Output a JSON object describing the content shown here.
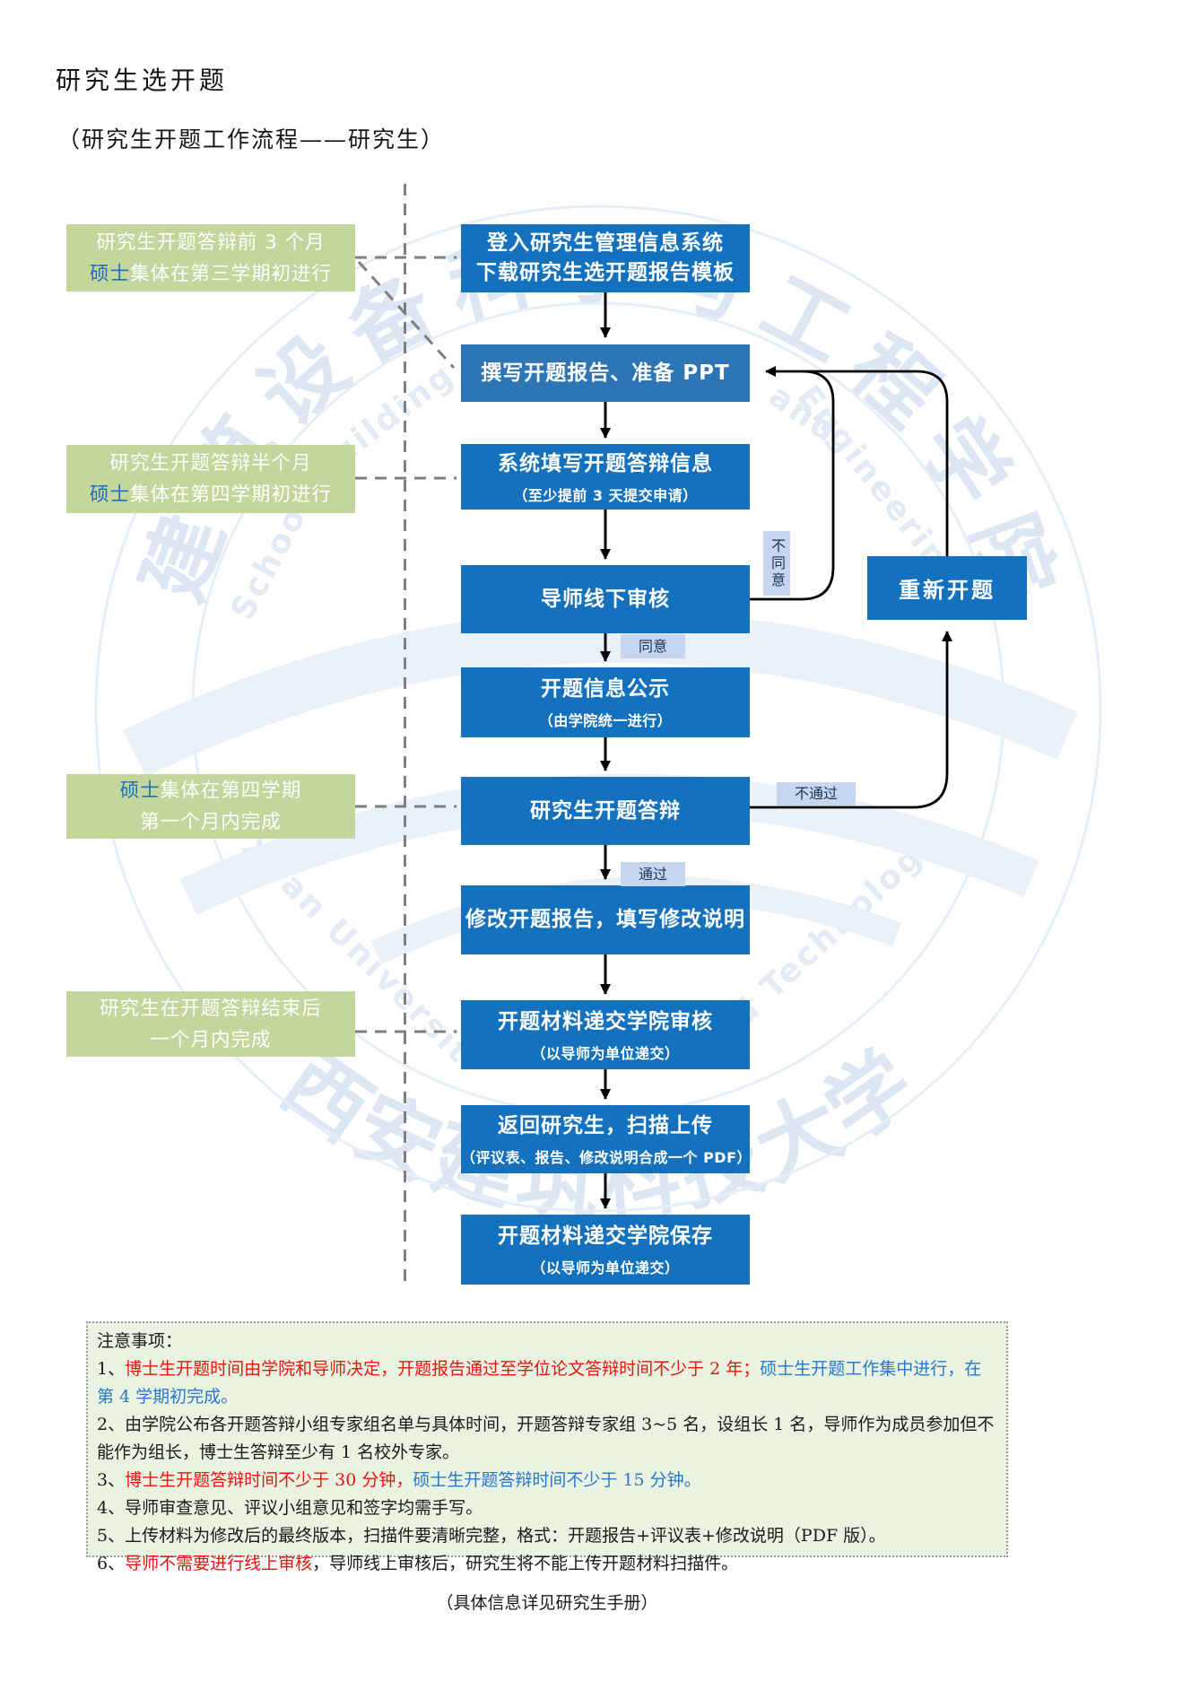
{
  "page": {
    "title": "研究生选开题",
    "subtitle": "（研究生开题工作流程——研究生）"
  },
  "colors": {
    "primary_blue": "#1471BD",
    "secondary_blue": "#2E75B6",
    "timeline_green": "#C3D69B",
    "chip_blue": "#C6D6EE",
    "note_red": "#E8140E",
    "note_blue": "#2878CC",
    "notes_bg": "#EAF2E1"
  },
  "flow": {
    "b1": {
      "title": "登入研究生管理信息系统",
      "title2": "下载研究生选开题报告模板"
    },
    "b2": {
      "title": "撰写开题报告、准备 PPT"
    },
    "b3": {
      "title": "系统填写开题答辩信息",
      "sub": "（至少提前 3 天提交申请）"
    },
    "b4": {
      "title": "导师线下审核"
    },
    "b5": {
      "title": "开题信息公示",
      "sub": "（由学院统一进行）"
    },
    "b6": {
      "title": "研究生开题答辩"
    },
    "b7": {
      "title": "修改开题报告，填写修改说明"
    },
    "b8": {
      "title": "开题材料递交学院审核",
      "sub": "（以导师为单位递交）"
    },
    "b9": {
      "title": "返回研究生，扫描上传",
      "sub": "（评议表、报告、修改说明合成一个 PDF）"
    },
    "b10": {
      "title": "开题材料递交学院保存",
      "sub": "（以导师为单位递交）"
    },
    "restart": {
      "title": "重新开题"
    }
  },
  "labels": {
    "agree": "同意",
    "disagree": "不同意",
    "pass": "通过",
    "fail": "不通过"
  },
  "green_boxes": [
    {
      "lines": [
        [
          {
            "t": "研究生开题答辩前 3 个月"
          }
        ],
        [
          {
            "t": "硕士",
            "c": "hl"
          },
          {
            "t": "集体在第三学期初进行"
          }
        ]
      ]
    },
    {
      "lines": [
        [
          {
            "t": "研究生开题答辩半个月"
          }
        ],
        [
          {
            "t": "硕士",
            "c": "hl"
          },
          {
            "t": "集体在第四学期初进行"
          }
        ]
      ]
    },
    {
      "lines": [
        [
          {
            "t": "硕士",
            "c": "hl"
          },
          {
            "t": "集体在第四学期"
          }
        ],
        [
          {
            "t": "第一个月内完成"
          }
        ]
      ]
    },
    {
      "lines": [
        [
          {
            "t": "研究生在开题答辩结束后"
          }
        ],
        [
          {
            "t": "一个月内完成"
          }
        ]
      ]
    }
  ],
  "notes": {
    "items": [
      [
        {
          "t": "注意事项："
        }
      ],
      [
        {
          "t": "1、"
        },
        {
          "t": "博士生开题时间由学院和导师决定，开题报告通过至学位论文答辩时间不少于 2 年；",
          "c": "red"
        },
        {
          "t": "硕士生开题工作集中进行，在第 4 学期初完成。",
          "c": "blue"
        }
      ],
      [
        {
          "t": "2、由学院公布各开题答辩小组专家组名单与具体时间，开题答辩专家组 3~5 名，设组长 1 名，导师作为成员参加但不能作为组长，博士生答辩至少有 1 名校外专家。"
        }
      ],
      [
        {
          "t": "3、"
        },
        {
          "t": "博士生开题答辩时间不少于 30 分钟，",
          "c": "red"
        },
        {
          "t": "硕士生开题答辩时间不少于 15 分钟。",
          "c": "blue"
        }
      ],
      [
        {
          "t": "4、导师审查意见、评议小组意见和签字均需手写。"
        }
      ],
      [
        {
          "t": "5、上传材料为修改后的最终版本，扫描件要清晰完整，格式：开题报告+评议表+修改说明（PDF 版）。"
        }
      ],
      [
        {
          "t": "6、"
        },
        {
          "t": "导师不需要进行线上审核",
          "c": "red"
        },
        {
          "t": "，导师线上审核后，研究生将不能上传开题材料扫描件。"
        }
      ]
    ],
    "footer": "（具体信息详见研究生手册）"
  },
  "watermark": {
    "ring_top": "建筑设备科学与工程学院",
    "ring_bottom": "西安建筑科技大学",
    "words": [
      "School o",
      "Building",
      "and",
      "Engineering",
      "Xi'an Universit",
      "and Technology"
    ]
  }
}
